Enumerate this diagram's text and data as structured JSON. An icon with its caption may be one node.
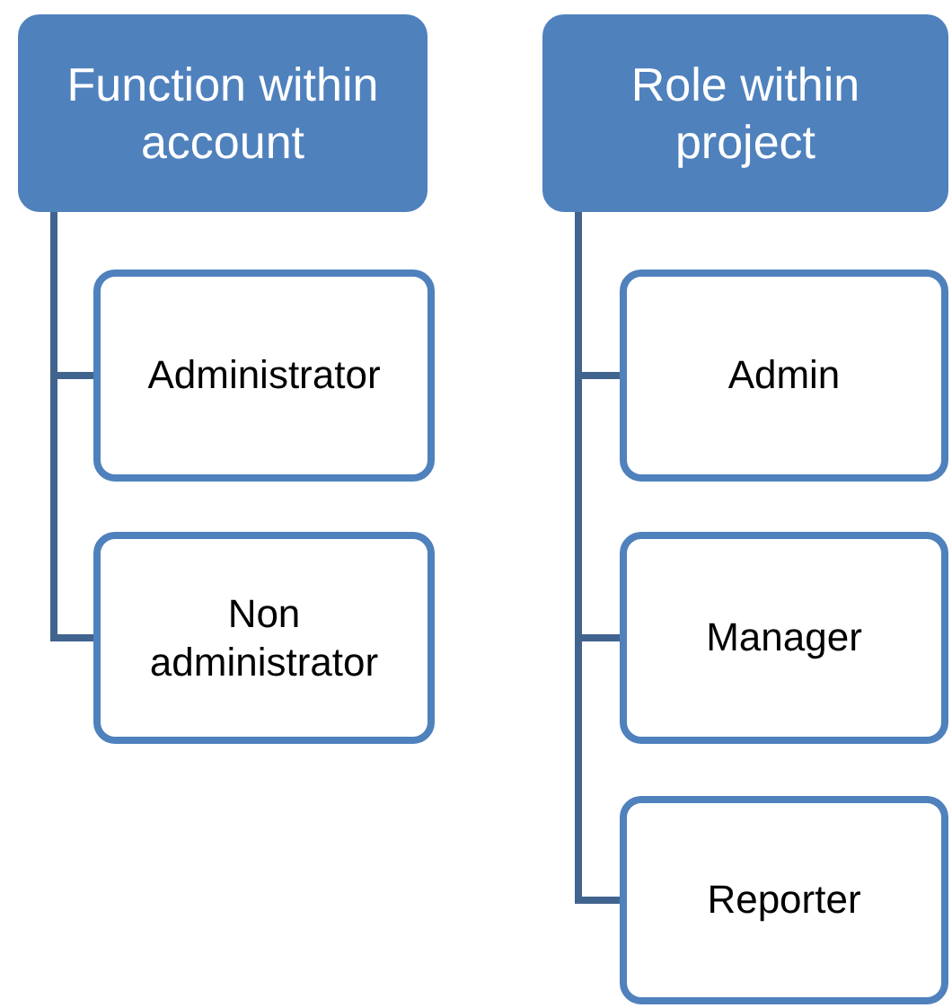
{
  "diagram": {
    "nodes": [
      {
        "text": [
          "Function within account"
        ]
      },
      {
        "text": [
          "Administrator"
        ]
      },
      {
        "text": [
          "Non administrator"
        ]
      },
      {
        "text": [
          "Role within project"
        ]
      },
      {
        "text": [
          "Admin"
        ]
      },
      {
        "text": [
          "Manager"
        ]
      },
      {
        "text": [
          "Reporter"
        ]
      }
    ],
    "edges": [
      {
        "from": 0,
        "to": 1,
        "arrow": "none"
      },
      {
        "from": 0,
        "to": 2,
        "arrow": "none"
      },
      {
        "from": 3,
        "to": 4,
        "arrow": "none"
      },
      {
        "from": 3,
        "to": 5,
        "arrow": "none"
      },
      {
        "from": 3,
        "to": 6,
        "arrow": "none"
      }
    ]
  }
}
